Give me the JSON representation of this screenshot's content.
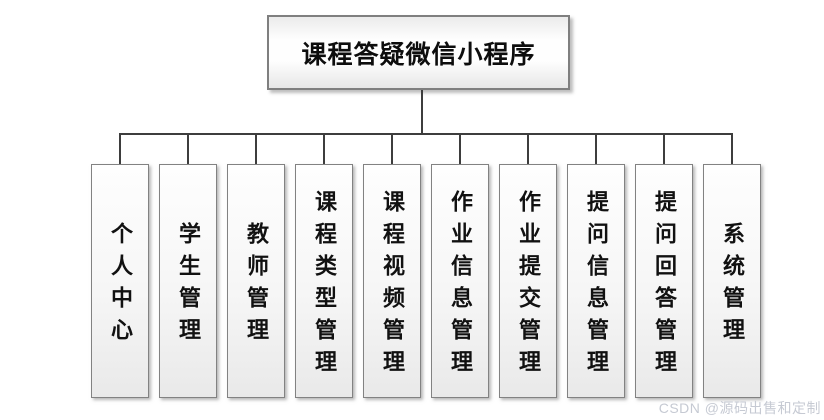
{
  "root": {
    "label": "课程答疑微信小程序"
  },
  "children": [
    {
      "label": "个人中心"
    },
    {
      "label": "学生管理"
    },
    {
      "label": "教师管理"
    },
    {
      "label": "课程类型管理"
    },
    {
      "label": "课程视频管理"
    },
    {
      "label": "作业信息管理"
    },
    {
      "label": "作业提交管理"
    },
    {
      "label": "提问信息管理"
    },
    {
      "label": "提问回答管理"
    },
    {
      "label": "系统管理"
    }
  ],
  "watermark": {
    "text": "CSDN @源码出售和定制"
  },
  "colors": {
    "connector": "#3d3d3d",
    "node_border": "#828282",
    "node_fill_top": "#fefefe",
    "node_fill_bottom": "#e9e9e9",
    "root_border": "#7f7f7f",
    "text": "#111111",
    "watermark_text": "#c6cad3"
  }
}
